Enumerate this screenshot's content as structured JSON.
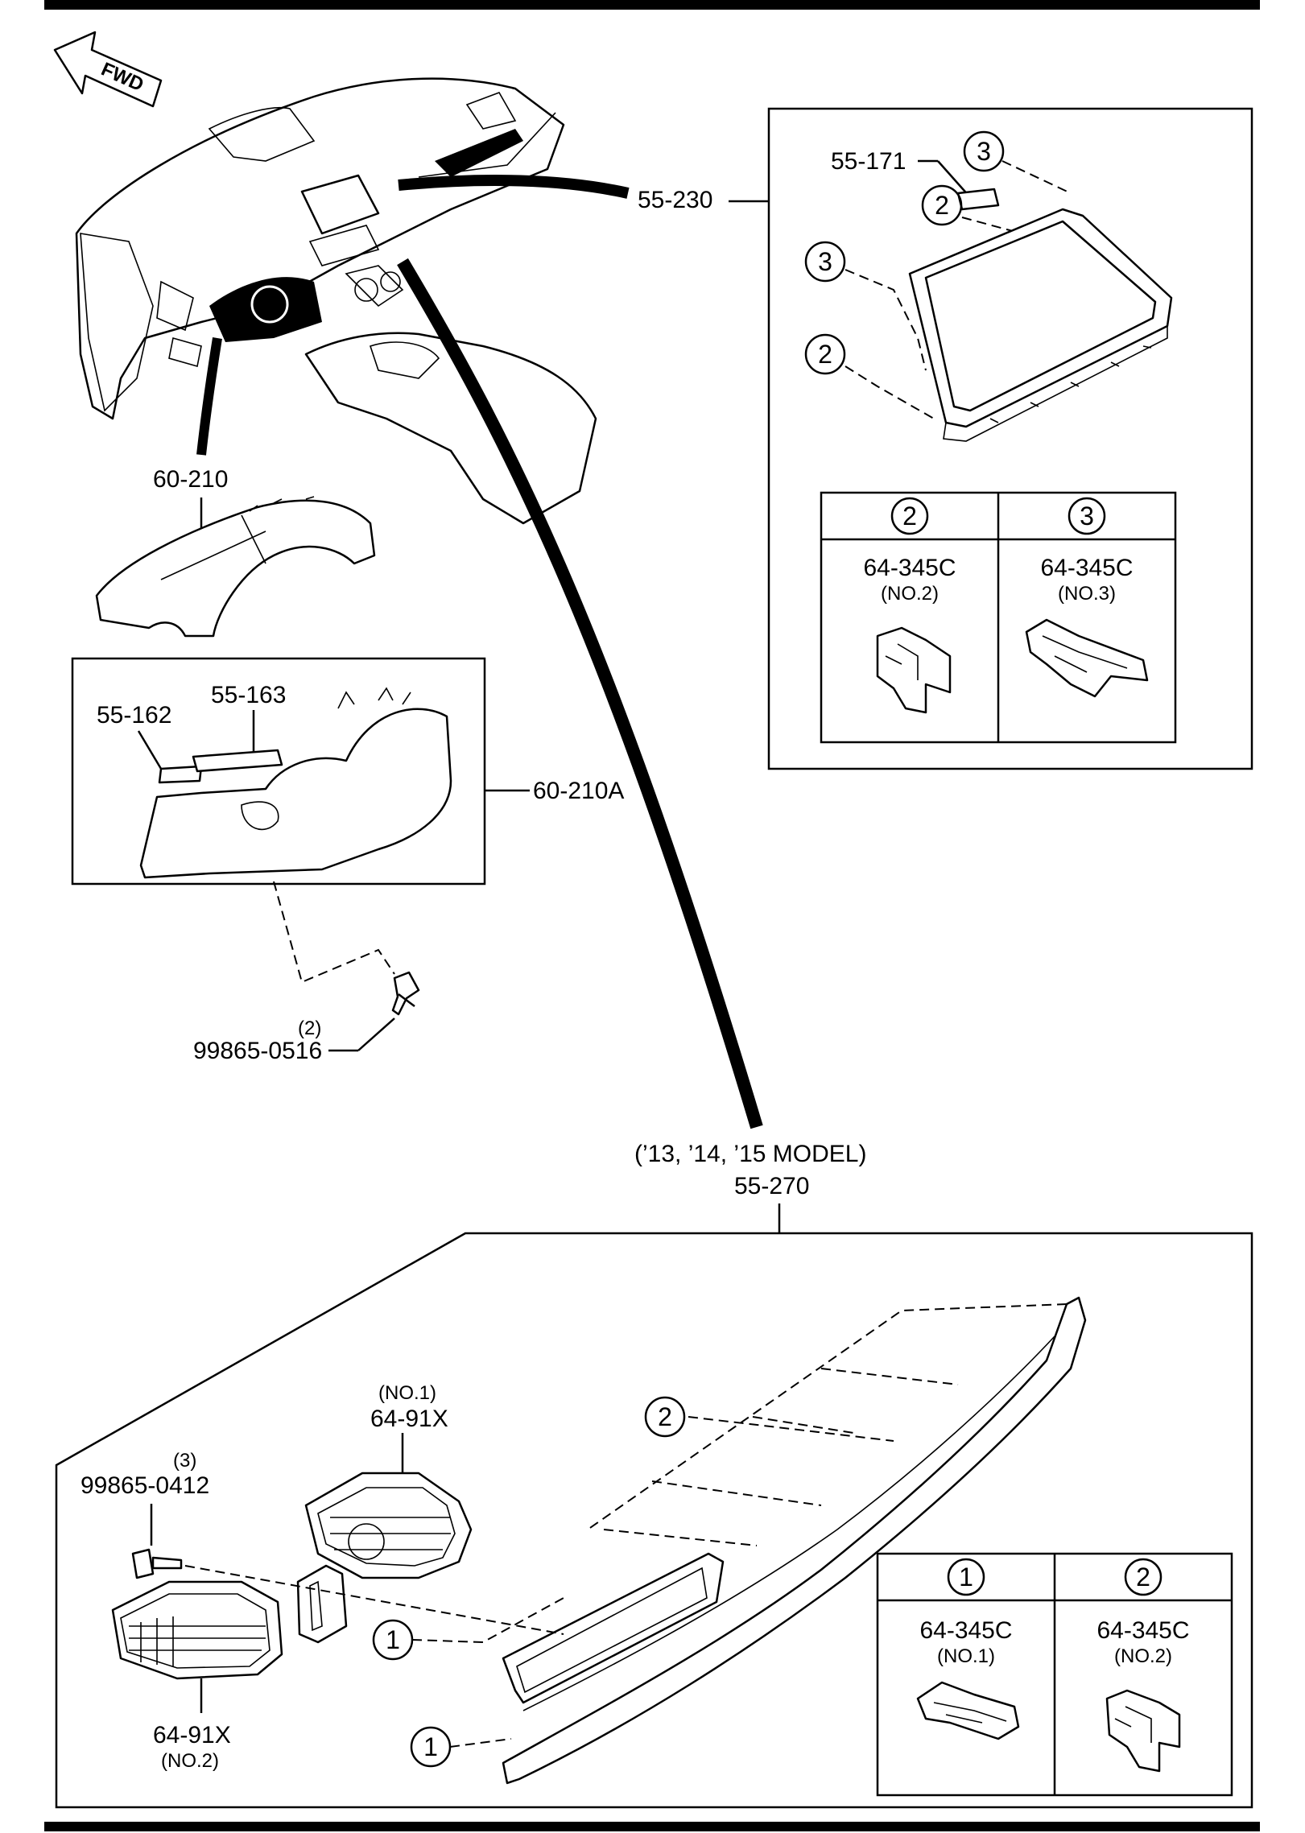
{
  "fwd_label": "FWD",
  "parts": {
    "p55_230": "55-230",
    "p55_171": "55-171",
    "p60_210": "60-210",
    "p60_210A": "60-210A",
    "p55_162": "55-162",
    "p55_163": "55-163",
    "screw_qty_top": "(2)",
    "screw_top": "99865-0516",
    "model_note": "(’13, ’14, ’15 MODEL)",
    "p55_270": "55-270",
    "vent_upper_no": "(NO.1)",
    "vent_upper": "64-91X",
    "screw_qty_bottom": "(3)",
    "screw_bottom": "99865-0412",
    "vent_lower": "64-91X",
    "vent_lower_no": "(NO.2)"
  },
  "callouts": {
    "c1": "1",
    "c2": "2",
    "c3": "3"
  },
  "clip_table_top": {
    "col1": {
      "ref": "2",
      "part": "64-345C",
      "note": "(NO.2)"
    },
    "col2": {
      "ref": "3",
      "part": "64-345C",
      "note": "(NO.3)"
    }
  },
  "clip_table_bottom": {
    "col1": {
      "ref": "1",
      "part": "64-345C",
      "note": "(NO.1)"
    },
    "col2": {
      "ref": "2",
      "part": "64-345C",
      "note": "(NO.2)"
    }
  }
}
